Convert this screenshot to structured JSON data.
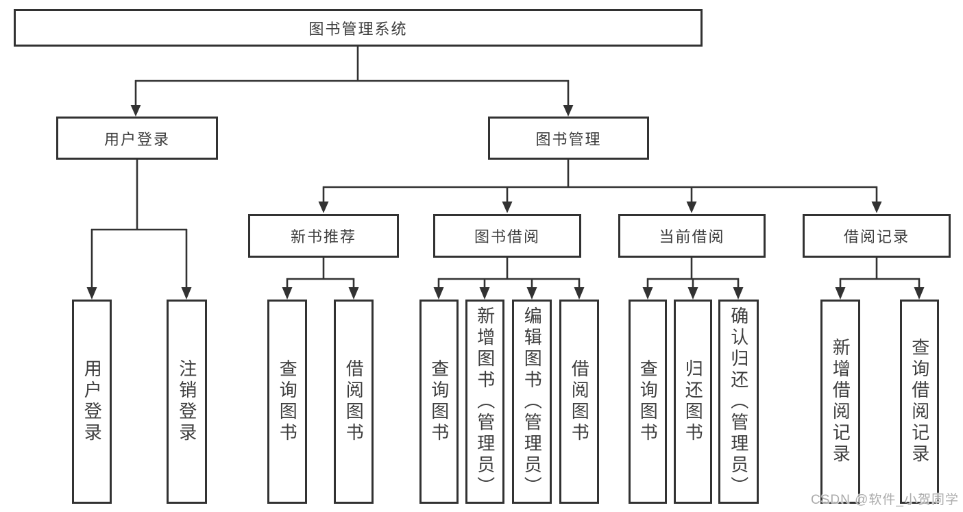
{
  "nodes": {
    "root": {
      "label": "图书管理系统"
    },
    "login": {
      "label": "用户登录",
      "children": [
        {
          "label": "用户登录"
        },
        {
          "label": "注销登录"
        }
      ]
    },
    "management": {
      "label": "图书管理"
    },
    "recommend": {
      "label": "新书推荐",
      "children": [
        {
          "label": "查询图书"
        },
        {
          "label": "借阅图书"
        }
      ]
    },
    "borrow": {
      "label": "图书借阅",
      "children": [
        {
          "label": "查询图书"
        },
        {
          "label": "新增图书（管理员）"
        },
        {
          "label": "编辑图书（管理员）"
        },
        {
          "label": "借阅图书"
        }
      ]
    },
    "current": {
      "label": "当前借阅",
      "children": [
        {
          "label": "查询图书"
        },
        {
          "label": "归还图书"
        },
        {
          "label": "确认归还（管理员）"
        }
      ]
    },
    "records": {
      "label": "借阅记录",
      "children": [
        {
          "label": "新增借阅记录"
        },
        {
          "label": "查询借阅记录"
        }
      ]
    }
  },
  "watermark": {
    "text": "CSDN @软件_小贺同学"
  },
  "colors": {
    "line": "#323232",
    "text": "#3d3d3d",
    "background": "#ffffff",
    "watermark": "#ababab"
  }
}
